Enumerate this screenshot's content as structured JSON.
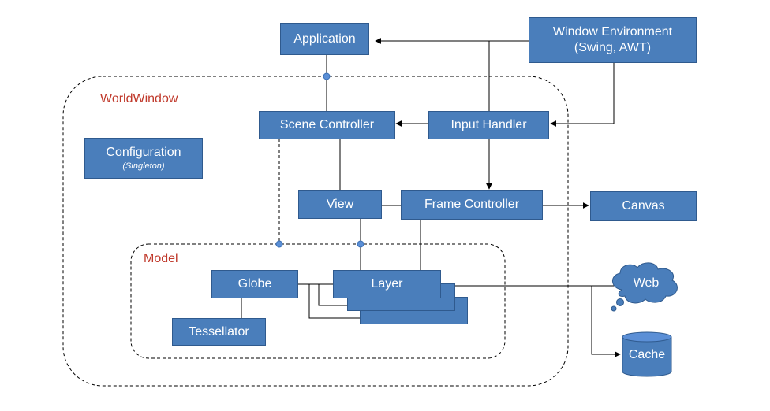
{
  "diagram": {
    "region_labels": {
      "worldwindow": "WorldWindow",
      "model": "Model"
    },
    "nodes": {
      "application": "Application",
      "window_env_line1": "Window Environment",
      "window_env_line2": "(Swing, AWT)",
      "scene_controller": "Scene Controller",
      "input_handler": "Input Handler",
      "configuration": "Configuration",
      "configuration_sub": "(Singleton)",
      "view": "View",
      "frame_controller": "Frame Controller",
      "canvas": "Canvas",
      "globe": "Globe",
      "layer": "Layer",
      "tessellator": "Tessellator",
      "web": "Web",
      "cache": "Cache"
    },
    "colors": {
      "box_fill": "#4a7ebb",
      "box_border": "#2f5a8e",
      "region_label": "#c0392b",
      "connector_dot": "#5b8fd6"
    }
  }
}
